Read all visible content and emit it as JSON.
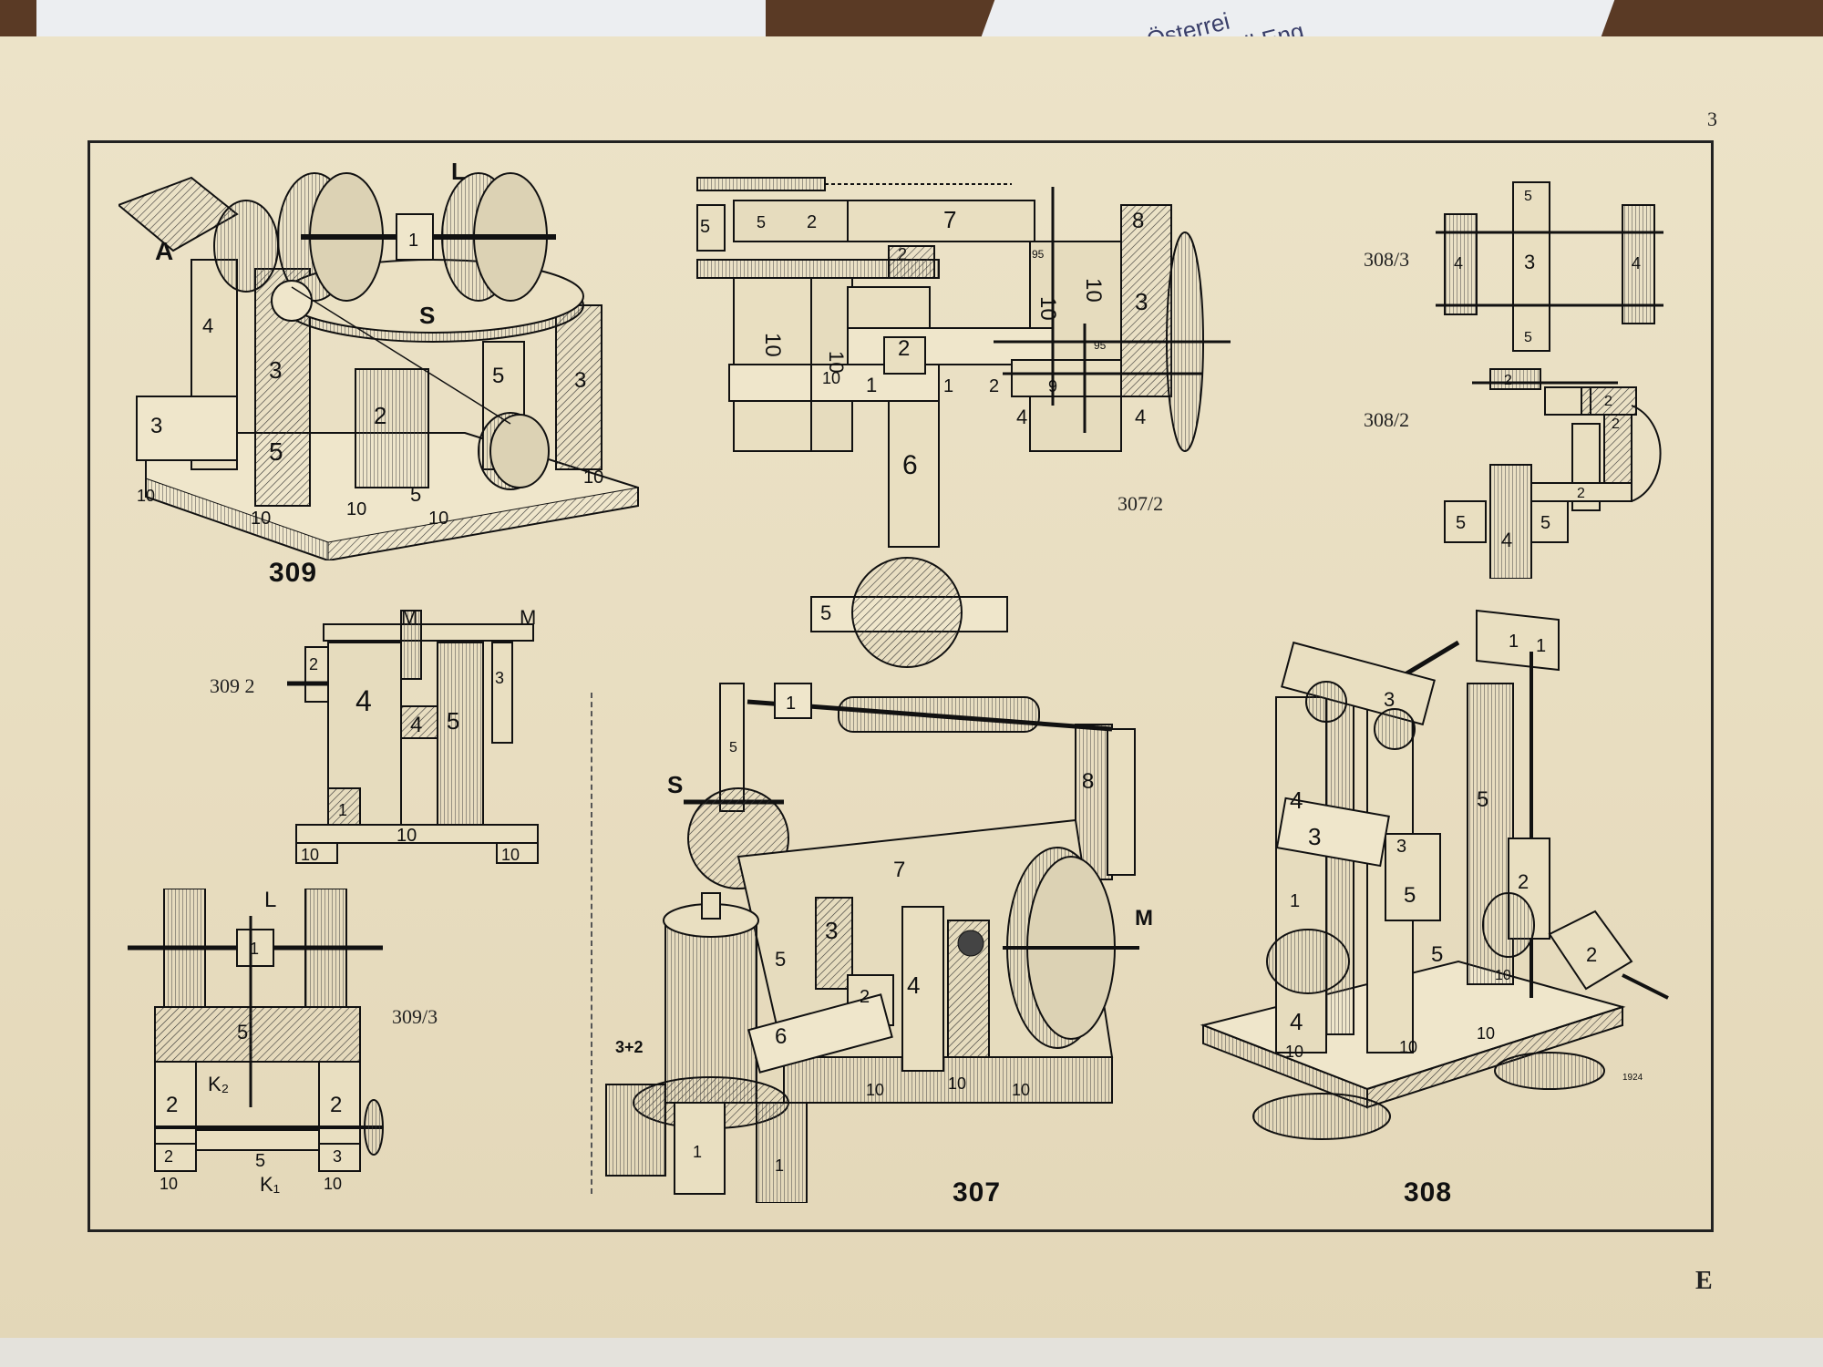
{
  "envelope": {
    "text_line1": "Österrei",
    "text_line2": "fo.Mail Eng"
  },
  "page": {
    "number": "3",
    "corner_mark": "E"
  },
  "figures": {
    "f309": {
      "caption": "309",
      "labels": {
        "a": "A",
        "l": "L",
        "s": "S",
        "p1": "1",
        "p2": "2",
        "p3": "3",
        "p3b": "3",
        "p4": "4",
        "p5": "5",
        "p5b": "5",
        "p5c": "5",
        "p10a": "10",
        "p10b": "10",
        "p10c": "10",
        "p10d": "10",
        "p10e": "10",
        "p3c": "3"
      }
    },
    "f309_2": {
      "caption": "309 2",
      "labels": {
        "m1": "M",
        "m2": "M",
        "p2": "2",
        "p4a": "4",
        "p4b": "4",
        "p5": "5",
        "p3": "3",
        "p1": "1",
        "p10a": "10",
        "p10b": "10",
        "p10c": "10"
      }
    },
    "f309_3": {
      "caption": "309/3",
      "labels": {
        "l": "L",
        "p1": "1",
        "p5": "5",
        "k2": "K₂",
        "k1": "K₁",
        "p2a": "2",
        "p2b": "2",
        "p2c": "2",
        "p3": "3",
        "p5b": "5",
        "p10a": "10",
        "p10b": "10"
      }
    },
    "f307_2": {
      "caption": "307/2",
      "labels": {
        "p5a": "5",
        "p5b": "5",
        "p2a": "2",
        "p7": "7",
        "p8": "8",
        "p10a": "10",
        "p10b": "10",
        "p10c": "10",
        "p10d": "10",
        "p10e": "10",
        "p2b": "2",
        "p2c": "2",
        "p1a": "1",
        "p1b": "1",
        "p2d": "2",
        "p3": "3",
        "p4a": "4",
        "p4b": "4",
        "p9": "9",
        "p95a": "95",
        "p95b": "95",
        "p6": "6",
        "p5c": "5"
      }
    },
    "f307": {
      "caption": "307",
      "labels": {
        "s": "S",
        "p1": "1",
        "p8": "8",
        "m": "M",
        "p7": "7",
        "p3": "3",
        "p2": "2",
        "p4": "4",
        "p5a": "5",
        "p5b": "5",
        "p6": "6",
        "p32": "3+2",
        "p10a": "10",
        "p10b": "10",
        "p10c": "10",
        "p1b": "1",
        "p1c": "1"
      }
    },
    "f308_3": {
      "caption": "308/3",
      "labels": {
        "p5a": "5",
        "p3": "3",
        "p5b": "5",
        "p4": "4",
        "p4b": "4"
      }
    },
    "f308_2": {
      "caption": "308/2",
      "labels": {
        "p2a": "2",
        "p2b": "2",
        "p2c": "2",
        "p5a": "5",
        "p4": "4",
        "p5b": "5",
        "p2d": "2"
      }
    },
    "f308": {
      "caption": "308",
      "labels": {
        "p1a": "1",
        "p1b": "1",
        "p3a": "3",
        "p4a": "4",
        "p3b": "3",
        "p3c": "3",
        "p5a": "5",
        "p5b": "5",
        "p5c": "5",
        "p1c": "1",
        "p2a": "2",
        "p2b": "2",
        "p4b": "4",
        "p10a": "10",
        "p10b": "10",
        "p10c": "10",
        "p10d": "10",
        "year": "1924"
      }
    }
  }
}
